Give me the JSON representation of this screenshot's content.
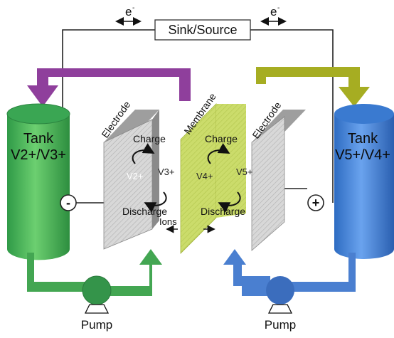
{
  "diagram": {
    "sink_source": "Sink/Source",
    "electron_left": "e",
    "electron_right": "e",
    "electron_sup": "-",
    "left_tank": {
      "title": "Tank",
      "species": "V2+/V3+"
    },
    "right_tank": {
      "title": "Tank",
      "species": "V5+/V4+"
    },
    "left_electrode": "Electrode",
    "right_electrode": "Electrode",
    "membrane": "Membrane",
    "left_cell": {
      "charge": "Charge",
      "discharge": "Discharge",
      "ion_a": "V2+",
      "ion_b": "V3+"
    },
    "right_cell": {
      "charge": "Charge",
      "discharge": "Discharge",
      "ion_a": "V4+",
      "ion_b": "V5+"
    },
    "ions": "Ions",
    "negative_terminal": "-",
    "positive_terminal": "+",
    "left_pump": "Pump",
    "right_pump": "Pump"
  }
}
